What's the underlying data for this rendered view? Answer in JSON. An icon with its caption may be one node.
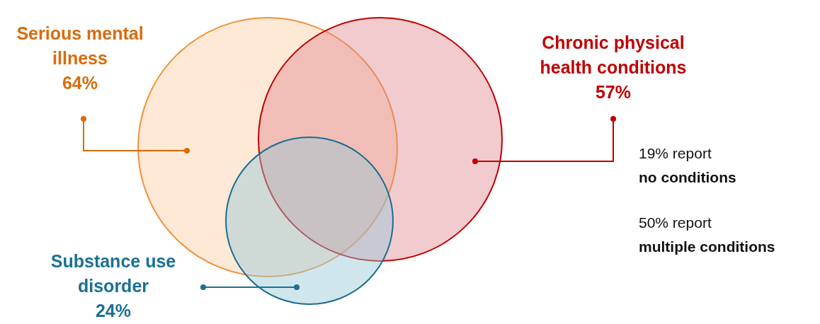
{
  "diagram": {
    "nodes": [
      {
        "text": [],
        "shape": "circle"
      },
      {
        "text": [],
        "shape": "circle"
      },
      {
        "text": [],
        "shape": "circle"
      },
      {
        "text": [
          "Serious mental illness",
          "64%"
        ]
      },
      {
        "text": [
          "Chronic physical health conditions",
          "57%"
        ]
      },
      {
        "text": [
          "Substance use disorder",
          "24%"
        ]
      }
    ],
    "edges": [
      {
        "from": 3,
        "to": 0,
        "arrow": "other",
        "color": "#d96b0b"
      },
      {
        "from": 4,
        "to": 1,
        "arrow": "other",
        "color": "#c00000"
      },
      {
        "from": 5,
        "to": 2,
        "arrow": "other",
        "color": "#1a7194"
      }
    ],
    "labels": [
      "19% report **no conditions**",
      "50% report **multiple conditions**"
    ]
  }
}
